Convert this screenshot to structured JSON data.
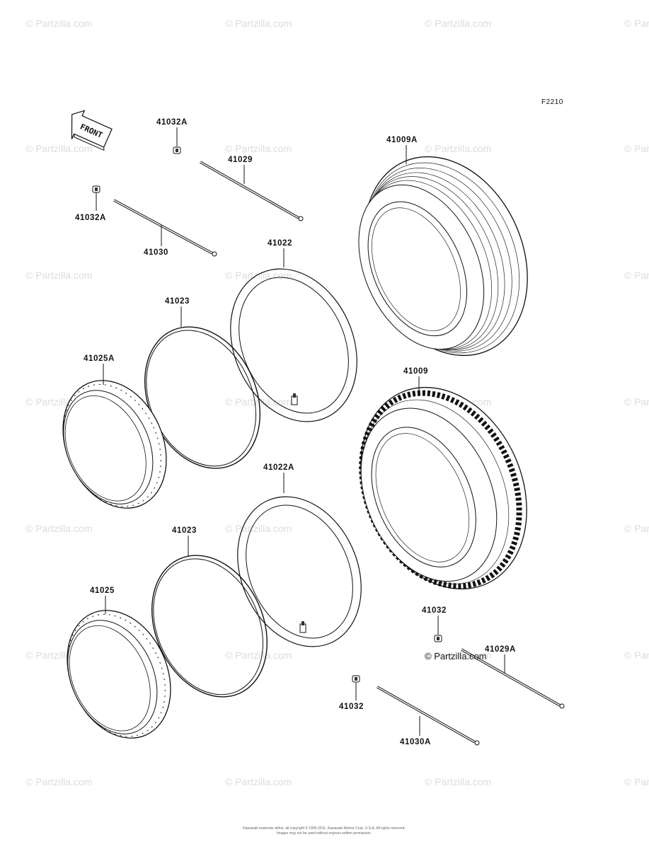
{
  "watermark": "© Partzilla.com",
  "diagram_code": "F2210",
  "front_label": "FRONT",
  "partzilla_mark": "© Partzilla.com",
  "copyright": {
    "line1": "Kawasaki materials within, all copyright © 1995-2011, Kawasaki Motors Corp. U.S.A. All rights reserved.",
    "line2": "Images may not be used without express written permission."
  },
  "callouts": {
    "p41032A_top": "41032A",
    "p41029_top": "41029",
    "p41032A_left": "41032A",
    "p41030_top": "41030",
    "p41009A": "41009A",
    "p41022": "41022",
    "p41023_top": "41023",
    "p41025A": "41025A",
    "p41009": "41009",
    "p41022A": "41022A",
    "p41023_bottom": "41023",
    "p41025": "41025",
    "p41032_right": "41032",
    "p41029A": "41029A",
    "p41032_bottom": "41032",
    "p41030A": "41030A"
  }
}
